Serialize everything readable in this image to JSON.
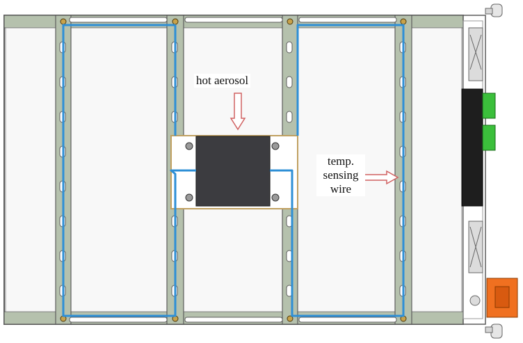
{
  "labels": {
    "aerosol": "hot aerosol",
    "wire_line1": "temp.",
    "wire_line2": "sensing",
    "wire_line3": "wire"
  },
  "colors": {
    "frame": "#5c5c5c",
    "rail_fill": "#b5c1ad",
    "panel_fill": "#f6f6f6",
    "wire": "#2e8fd6",
    "arrow": "#d06060",
    "aerosol_block": "#3c3c40",
    "connector_green": "#3bbf3b",
    "handle_orange": "#f07020"
  }
}
